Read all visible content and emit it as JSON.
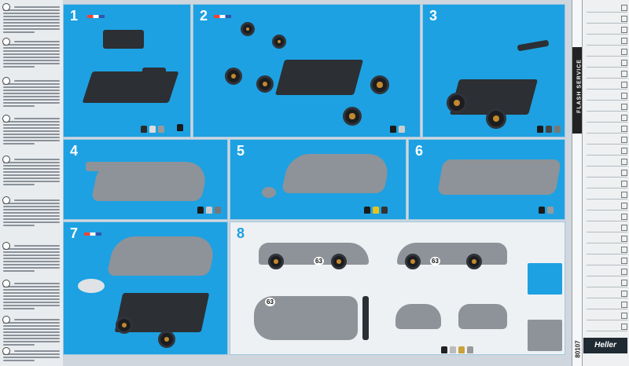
{
  "steps": [
    {
      "number": "1"
    },
    {
      "number": "2"
    },
    {
      "number": "3"
    },
    {
      "number": "4"
    },
    {
      "number": "5"
    },
    {
      "number": "6"
    },
    {
      "number": "7"
    },
    {
      "number": "8"
    }
  ],
  "service": {
    "heading": "FLASH SERVICE"
  },
  "brand": {
    "logo": "Heller",
    "code": "80107"
  },
  "decals": {
    "race_number": "63"
  },
  "colors": {
    "panel_blue": "#1da1e2",
    "page_bg": "#cfd6dd",
    "decal_panel": "#eef1f3"
  }
}
